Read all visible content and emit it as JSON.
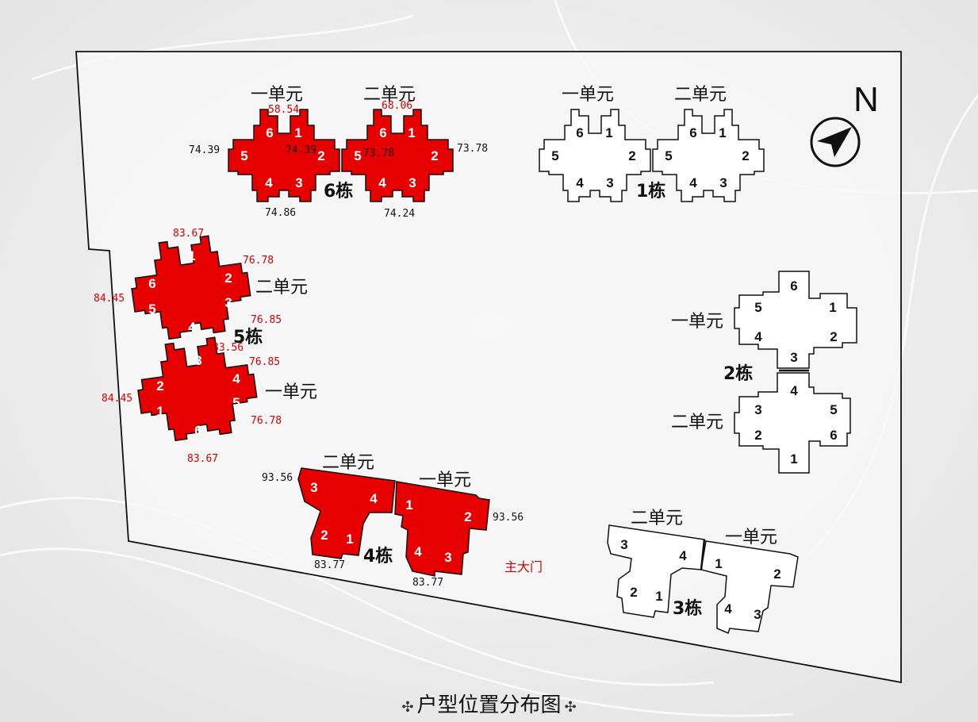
{
  "map": {
    "caption": "户型位置分布图",
    "caption_deco": "✣",
    "compass_label": "N",
    "gate_label": "主大门",
    "colors": {
      "highlight": "#e60000",
      "outline": "#111111",
      "area_red": "#d40000"
    }
  },
  "buildings": {
    "b6": {
      "label": "6栋",
      "highlighted": true,
      "unit_a": {
        "label": "一单元",
        "areas": {
          "top": "58.54",
          "left": "74.39",
          "right": "74.39",
          "bottom": "74.86"
        },
        "rooms": [
          "1",
          "2",
          "3",
          "4",
          "5",
          "6"
        ]
      },
      "unit_b": {
        "label": "二单元",
        "areas": {
          "top": "68.06",
          "left": "73.78",
          "right": "73.78",
          "bottom": "74.24"
        },
        "rooms": [
          "1",
          "2",
          "3",
          "4",
          "5",
          "6"
        ]
      }
    },
    "b1": {
      "label": "1栋",
      "highlighted": false,
      "unit_a": {
        "label": "一单元",
        "rooms": [
          "1",
          "2",
          "3",
          "4",
          "5",
          "6"
        ]
      },
      "unit_b": {
        "label": "二单元",
        "rooms": [
          "1",
          "2",
          "3",
          "4",
          "5",
          "6"
        ]
      }
    },
    "b5": {
      "label": "5栋",
      "highlighted": true,
      "unit_b": {
        "label": "二单元",
        "areas": {
          "top": "83.67",
          "right_top": "76.78",
          "left": "84.45",
          "right_bottom": "76.85"
        },
        "rooms": [
          "1",
          "2",
          "3",
          "4",
          "5",
          "6"
        ]
      },
      "unit_a": {
        "label": "一单元",
        "areas": {
          "top": "83.56",
          "right_top": "76.85",
          "left": "84.45",
          "right_bottom": "76.78",
          "bottom": "83.67"
        },
        "rooms": [
          "1",
          "2",
          "3",
          "4",
          "5",
          "6"
        ]
      }
    },
    "b2": {
      "label": "2栋",
      "highlighted": false,
      "unit_a": {
        "label": "一单元",
        "rooms": [
          "1",
          "2",
          "3",
          "4",
          "5",
          "6"
        ]
      },
      "unit_b": {
        "label": "二单元",
        "rooms": [
          "1",
          "2",
          "3",
          "4",
          "5",
          "6"
        ]
      }
    },
    "b4": {
      "label": "4栋",
      "highlighted": true,
      "unit_b": {
        "label": "二单元",
        "areas": {
          "left": "93.56",
          "bottom": "83.77"
        },
        "rooms": [
          "1",
          "2",
          "3",
          "4"
        ]
      },
      "unit_a": {
        "label": "一单元",
        "areas": {
          "right": "93.56",
          "bottom": "83.77"
        },
        "rooms": [
          "1",
          "2",
          "3",
          "4"
        ]
      }
    },
    "b3": {
      "label": "3栋",
      "highlighted": false,
      "unit_b": {
        "label": "二单元",
        "rooms": [
          "1",
          "2",
          "3",
          "4"
        ]
      },
      "unit_a": {
        "label": "一单元",
        "rooms": [
          "1",
          "2",
          "3",
          "4"
        ]
      }
    }
  }
}
